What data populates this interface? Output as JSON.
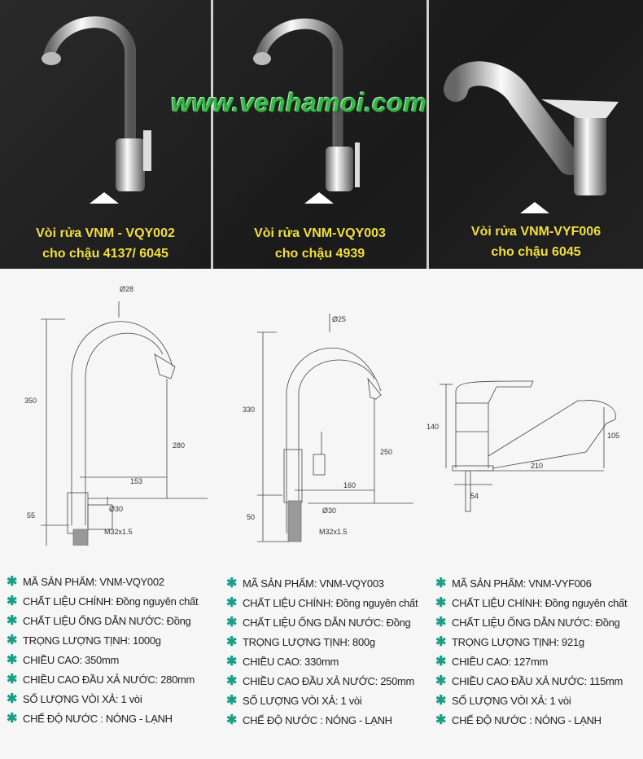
{
  "watermark": "www.venhamoi.com",
  "products": [
    {
      "caption1": "Vòi rửa VNM - VQY002",
      "caption2": "cho chậu 4137/ 6045"
    },
    {
      "caption1": "Vòi rửa VNM-VQY003",
      "caption2": "cho chậu 4939"
    },
    {
      "caption1": "Vòi rửa VNM-VYF006",
      "caption2": "cho chậu 6045"
    }
  ],
  "diagrams": [
    {
      "d_top": "Ø28",
      "height": "350",
      "spout_height": "280",
      "reach": "153",
      "base_h": "55",
      "d_base": "Ø30",
      "thread": "M32x1.5"
    },
    {
      "d_top": "Ø25",
      "height": "330",
      "spout_height": "250",
      "reach": "160",
      "base_h": "50",
      "d_base": "Ø30",
      "thread": "M32x1.5"
    },
    {
      "height": "140",
      "spout_height": "105",
      "reach": "210",
      "base_w": "54"
    }
  ],
  "specs": [
    [
      "MÃ SẢN PHẨM: VNM-VQY002",
      "CHẤT LIỆU CHÍNH: Đồng nguyên chất",
      "CHẤT LIỆU ỐNG DẪN NƯỚC: Đồng",
      "TRỌNG LƯỢNG TỊNH: 1000g",
      "CHIỀU CAO: 350mm",
      "CHIỀU CAO ĐẦU XẢ NƯỚC: 280mm",
      "SỐ LƯỢNG VÒI XẢ: 1 vòi",
      "CHẾ ĐỘ NƯỚC : NÓNG - LẠNH"
    ],
    [
      "MÃ SẢN PHẨM: VNM-VQY003",
      "CHẤT LIỆU CHÍNH: Đồng nguyên chất",
      "CHẤT LIỆU ỐNG DẪN NƯỚC: Đồng",
      "TRỌNG LƯỢNG TỊNH: 800g",
      "CHIỀU CAO: 330mm",
      "CHIỀU CAO ĐẦU XẢ NƯỚC: 250mm",
      "SỐ LƯỢNG VÒI XẢ: 1 vòi",
      "CHẾ ĐỘ NƯỚC : NÓNG - LẠNH"
    ],
    [
      "MÃ SẢN PHẨM: VNM-VYF006",
      "CHẤT LIỆU CHÍNH: Đồng nguyên chất",
      "CHẤT LIỆU ỐNG DẪN NƯỚC: Đồng",
      "TRỌNG LƯỢNG TỊNH: 921g",
      "CHIỀU CAO: 127mm",
      "CHIỀU CAO ĐẦU XẢ NƯỚC: 115mm",
      "SỐ LƯỢNG VÒI XẢ: 1 vòi",
      "CHẾ ĐỘ NƯỚC : NÓNG - LẠNH"
    ]
  ]
}
